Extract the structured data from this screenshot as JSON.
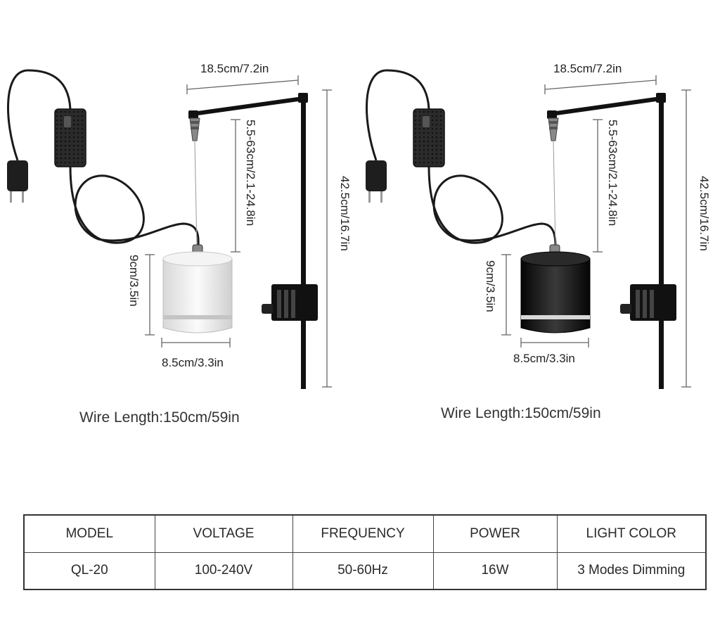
{
  "products": [
    {
      "variant": "white",
      "arm_width": "18.5cm/7.2in",
      "hang_length": "5.5-63cm/2.1-24.8in",
      "pole_height": "42.5cm/16.7in",
      "lamp_height": "9cm/3.5in",
      "lamp_width": "8.5cm/3.3in",
      "wire_length": "Wire Length:150cm/59in"
    },
    {
      "variant": "black",
      "arm_width": "18.5cm/7.2in",
      "hang_length": "5.5-63cm/2.1-24.8in",
      "pole_height": "42.5cm/16.7in",
      "lamp_height": "9cm/3.5in",
      "lamp_width": "8.5cm/3.3in",
      "wire_length": "Wire Length:150cm/59in"
    }
  ],
  "spec_table": {
    "headers": [
      "MODEL",
      "VOLTAGE",
      "FREQUENCY",
      "POWER",
      "LIGHT COLOR"
    ],
    "row": [
      "QL-20",
      "100-240V",
      "50-60Hz",
      "16W",
      "3 Modes Dimming"
    ]
  },
  "colors": {
    "line": "#2a2a2a",
    "dimension": "#555555",
    "lamp_white": "#eeeeee",
    "lamp_black": "#1a1a1a"
  }
}
